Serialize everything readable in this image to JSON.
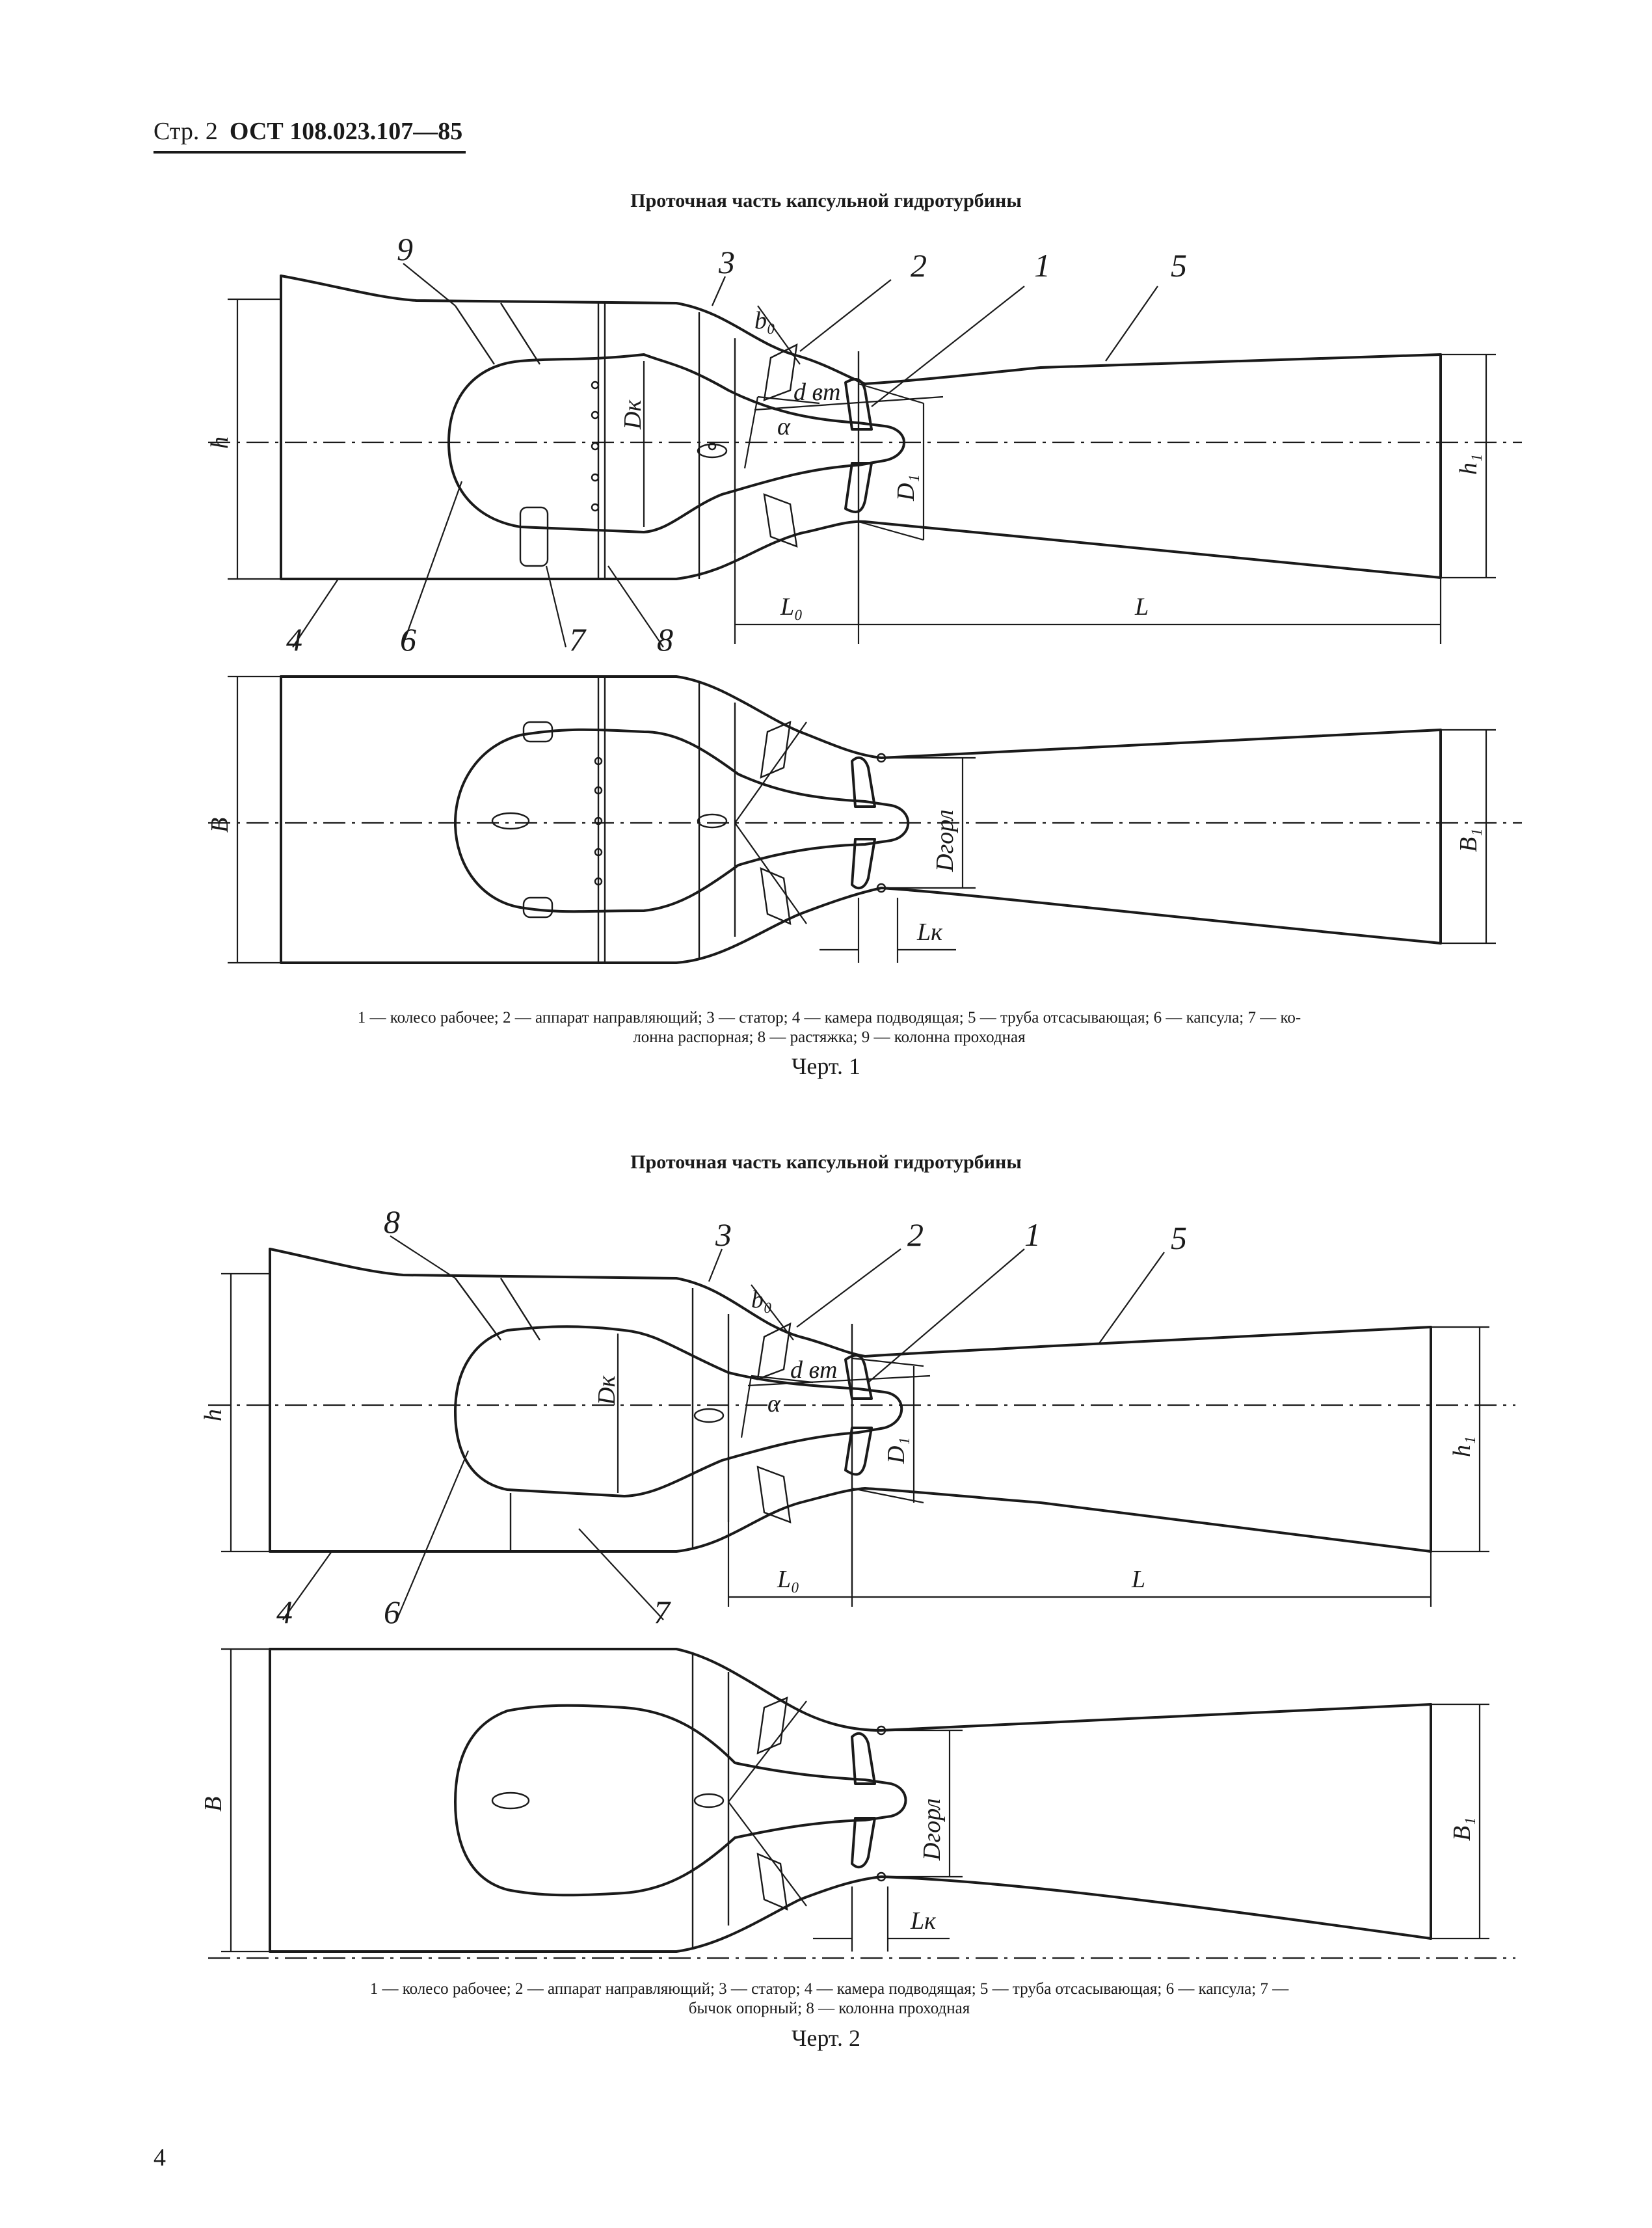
{
  "header": {
    "page_ref": "Стр. 2",
    "standard": "ОСТ 108.023.107—85"
  },
  "figure1": {
    "title": "Проточная часть капсульной гидротурбины",
    "callouts": [
      "9",
      "3",
      "2",
      "1",
      "5",
      "4",
      "6",
      "7",
      "8"
    ],
    "dims": {
      "b0": "b₀",
      "dvt": "d вт",
      "alpha": "α",
      "dk": "Dк",
      "d1": "D₁",
      "h": "h",
      "h1": "h₁",
      "l0": "L₀",
      "l": "L",
      "b": "B",
      "b1": "B₁",
      "dgorl": "Dгорл",
      "lk": "Lк"
    },
    "caption_line1": "1 — колесо рабочее; 2 — аппарат направляющий; 3 — статор; 4 — камера подводящая; 5 — труба отсасывающая; 6 — капсула; 7 — ко-",
    "caption_line2": "лонна распорная; 8 — растяжка; 9 — колонна проходная",
    "label": "Черт. 1"
  },
  "figure2": {
    "title": "Проточная часть капсульной гидротурбины",
    "callouts": [
      "8",
      "3",
      "2",
      "1",
      "5",
      "4",
      "6",
      "7"
    ],
    "dims": {
      "b0": "b₀",
      "dvt": "d вт",
      "alpha": "α",
      "dk": "Dк",
      "d1": "D₁",
      "h": "h",
      "h1": "h₁",
      "l0": "L₀",
      "l": "L",
      "b": "B",
      "b1": "B₁",
      "dgorl": "Dгорл",
      "lk": "Lк"
    },
    "caption_line1": "1 — колесо рабочее; 2 — аппарат направляющий; 3 — статор; 4 — камера подводящая; 5 — труба отсасывающая; 6 — капсула; 7 —",
    "caption_line2": "бычок опорный; 8 — колонна проходная",
    "label": "Черт. 2"
  },
  "page_number": "4"
}
